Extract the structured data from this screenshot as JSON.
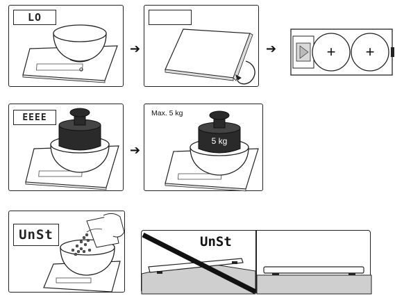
{
  "steps": {
    "step1": {
      "display": "LO"
    },
    "step2": {
      "display": ""
    },
    "step3": {
      "battery_symbol": "+"
    },
    "step4": {
      "display": "EEEE"
    },
    "step5": {
      "max_label": "Max. 5 kg",
      "weight_label": "5 kg"
    },
    "step6": {
      "display": "UnSt"
    },
    "step7": {
      "display": "UnSt"
    }
  },
  "arrows": [
    "➔",
    "➔",
    "➔"
  ],
  "colors": {
    "line": "#222222",
    "fill_dark": "#2a2a2a",
    "fill_gray": "#d9d9d9",
    "floor": "#cfcfcf"
  }
}
